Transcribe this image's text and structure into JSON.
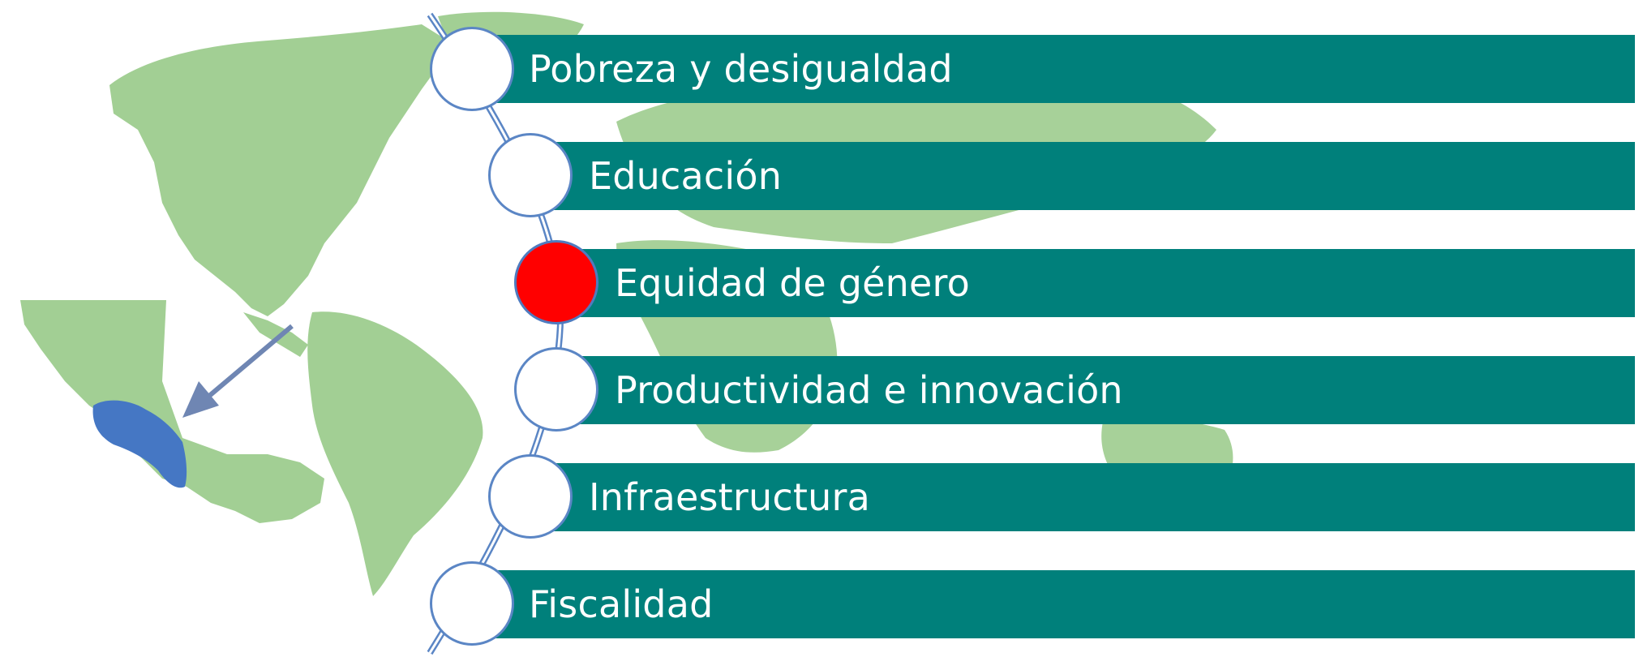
{
  "items": [
    {
      "label": "Pobreza y desigualdad"
    },
    {
      "label": "Educación"
    },
    {
      "label": "Equidad de género"
    },
    {
      "label": "Productividad e innovación"
    },
    {
      "label": "Infraestructura"
    },
    {
      "label": "Fiscalidad"
    }
  ],
  "active_index": 2,
  "colors": {
    "bar": "#00807b",
    "node_fill": "#ffffff",
    "node_active_fill": "#ff0000",
    "node_border": "#5b86c5",
    "continents": "#a2cf94",
    "highlight_country": "#4577c4",
    "arrow": "#6f86b3"
  }
}
